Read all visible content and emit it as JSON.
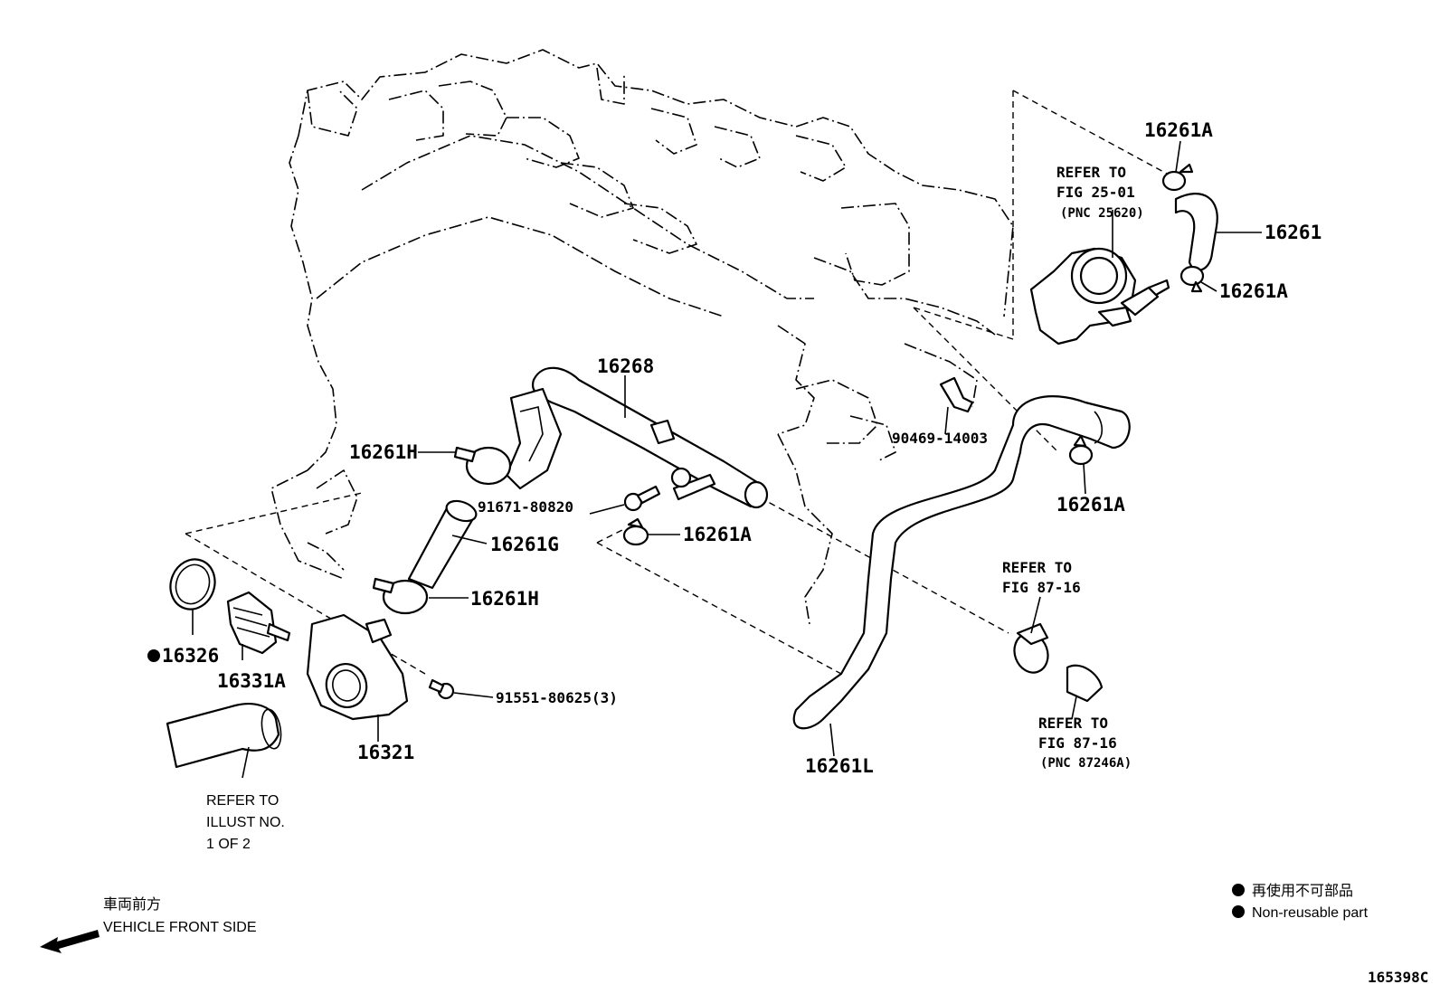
{
  "parts": {
    "p16261A_top": "16261A",
    "p16261": "16261",
    "p16261A_right": "16261A",
    "p16268": "16268",
    "p16261H_upper": "16261H",
    "p91671": "91671-80820",
    "p16261A_mid": "16261A",
    "p16261G": "16261G",
    "p16261H_lower": "16261H",
    "p90469": "90469-14003",
    "p16261A_hose": "16261A",
    "p16326": "16326",
    "p16331A": "16331A",
    "p16321": "16321",
    "p91551": "91551-80625(3)",
    "p16261L": "16261L"
  },
  "refs": {
    "fig25": {
      "line1": "REFER TO",
      "line2": "FIG 25-01",
      "line3": "(PNC 25620)"
    },
    "fig87a": {
      "line1": "REFER TO",
      "line2": "FIG 87-16"
    },
    "fig87b": {
      "line1": "REFER TO",
      "line2": "FIG 87-16",
      "line3": "(PNC 87246A)"
    },
    "illust": {
      "line1": "REFER TO",
      "line2": "ILLUST NO.",
      "line3": "1 OF 2"
    }
  },
  "direction": {
    "jp": "車両前方",
    "en": "VEHICLE FRONT SIDE"
  },
  "legend": {
    "jp": "再使用不可部品",
    "en": "Non-reusable part"
  },
  "figure_id": "165398C"
}
